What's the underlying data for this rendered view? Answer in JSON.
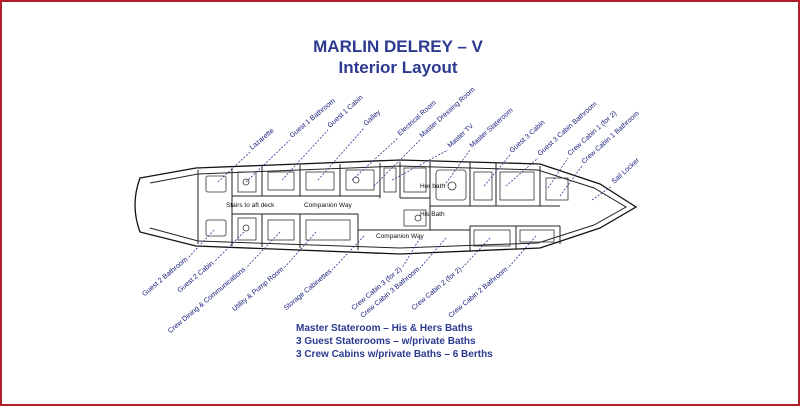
{
  "header": {
    "title": "MARLIN DELREY – V",
    "subtitle": "Interior Layout"
  },
  "labels": {
    "top": [
      "Lazarette",
      "Guest 1 Bathroom",
      "Guest 1 Cabin",
      "Galley",
      "Electrical Room",
      "Master Dressing Room",
      "Master TV",
      "Master Stateroom",
      "Guest 3 Cabin",
      "Guest 3 Cabin Bathroom",
      "Crew Cabin 1 (for 2)",
      "Crew Cabin 1 Bathroom",
      "Sail Locker"
    ],
    "bottom": [
      "Guest 2 Bathroom",
      "Guest 2 Cabin",
      "Crew Dining & Communications",
      "Utility & Pump Room",
      "Storage Cabinettes",
      "Crew Cabin 3 (for 2)",
      "Crew Cabin 3 Bathroom",
      "Crew Cabin 2 (for 2)",
      "Crew Cabin 2 Bathroom"
    ],
    "inside": {
      "stairs": "Stairs to aft deck",
      "companion_upper": "Companion Way",
      "companion_lower": "Companion Way",
      "her_bath": "Her bath",
      "his_bath": "His Bath"
    }
  },
  "summary": [
    "Master Stateroom – His & Hers Baths",
    "3 Guest Staterooms – w/private Baths",
    "3 Crew Cabins w/private Baths – 6 Berths"
  ],
  "colors": {
    "frame": "#b0202a",
    "title": "#2b3a8f",
    "label": "#1a237e"
  }
}
